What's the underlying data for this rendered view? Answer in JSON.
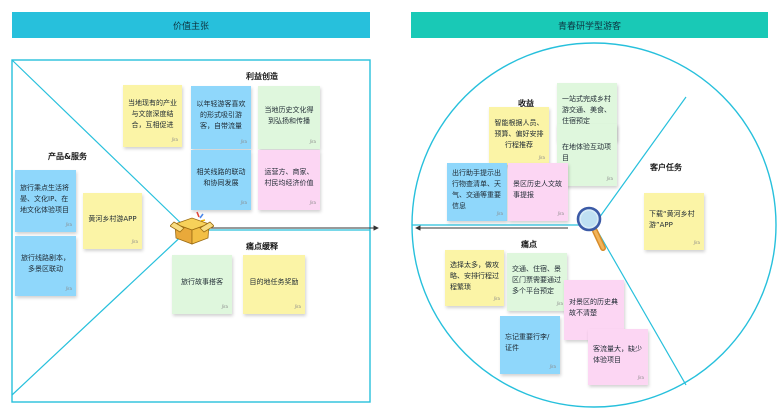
{
  "headers": {
    "left": "价值主张",
    "right": "青春研学型游客"
  },
  "sections": {
    "gain_creators": "利益创造",
    "products_services": "产品&服务",
    "pain_relievers": "痛点缓释",
    "gains": "收益",
    "customer_jobs": "客户任务",
    "pains": "痛点"
  },
  "notes": {
    "gc1": "当地现有的产业与文旅深度结合，互相促进",
    "gc2": "以年轻游客喜欢的形式吸引游客，自带流量",
    "gc3": "当地历史文化得到弘扬和传播",
    "gc4": "相关线路的联动和协同发展",
    "gc5": "运营方、商家、村民均经济价值",
    "ps1": "旅行乘点生活将晏、文化IP、在地文化体验项目",
    "ps2": "黄河乡村游APP",
    "ps3": "旅行线路剧本，多景区联动",
    "pr1": "旅行故事搭客",
    "pr2": "目的地任务奖励",
    "g1": "智能根据人员、预算、偏好安排行程推荐",
    "g2": "一站式完成乡村游交通、美食、住宿预定",
    "g3": "在地体验互动项目",
    "g4": "出行助手提示出行物查清单、天气、交通等重要信息",
    "g5": "景区历史人文故事提报",
    "cj1": "下载“黄河乡村游”APP",
    "p1": "选择太多，做攻略、安排行程过程繁琐",
    "p2": "交通、住宿、景区门票需要通过多个平台预定",
    "p3": "忘记重要行李/证件",
    "p4": "对景区的历史典故不清楚",
    "p5": "客流量大，缺少体验项目"
  },
  "colors": {
    "header_left": "#27c0dc",
    "header_right": "#19c9b6",
    "outline": "#27c0dc",
    "note_yellow": "#fbf4a6",
    "note_blue": "#8fd7fb",
    "note_green": "#dff7dd",
    "note_pink": "#fcd6f3"
  },
  "icons": {
    "value_icon": "gift-box-icon",
    "customer_icon": "magnifier-icon"
  }
}
